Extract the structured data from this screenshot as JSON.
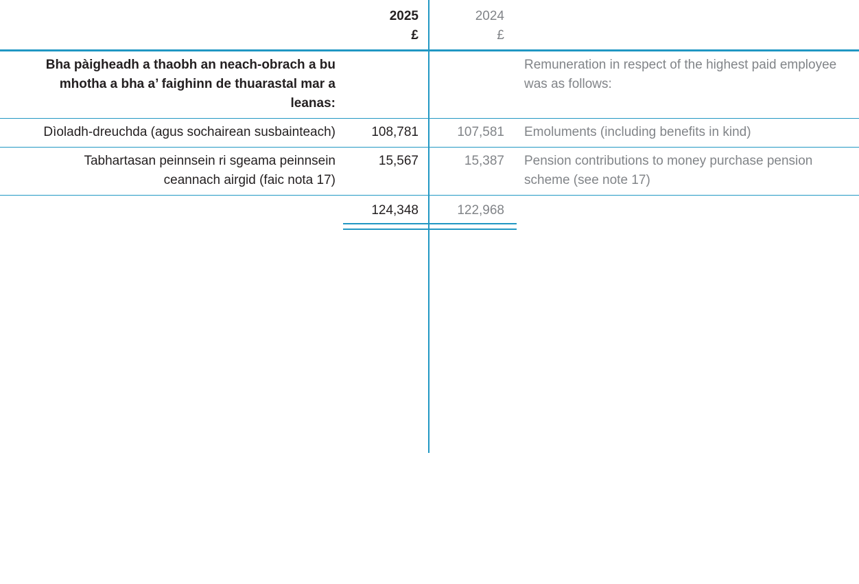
{
  "colors": {
    "accent_line": "#2097C3",
    "primary_text": "#231F20",
    "secondary_text": "#818488",
    "background": "#FFFFFF"
  },
  "header": {
    "year_2025": "2025",
    "currency_2025": "£",
    "year_2024": "2024",
    "currency_2024": "£"
  },
  "rows": [
    {
      "gaelic": "Bha pàigheadh a thaobh an neach-obrach a bu mhotha a bha a’ faighinn de thuarastal mar a leanas:",
      "value_2025": "",
      "value_2024": "",
      "english": "Remuneration in respect of the highest paid employee was as follows:"
    },
    {
      "gaelic": "Dìoladh-dreuchda (agus sochairean susbainteach)",
      "value_2025": "108,781",
      "value_2024": "107,581",
      "english": "Emoluments (including benefits in kind)"
    },
    {
      "gaelic": "Tabhartasan peinnsein ri sgeama peinnsein ceannach airgid (faic nota 17)",
      "value_2025": "15,567",
      "value_2024": "15,387",
      "english": "Pension contributions to money purchase pension scheme (see note 17)"
    }
  ],
  "totals": {
    "value_2025": "124,348",
    "value_2024": "122,968"
  }
}
